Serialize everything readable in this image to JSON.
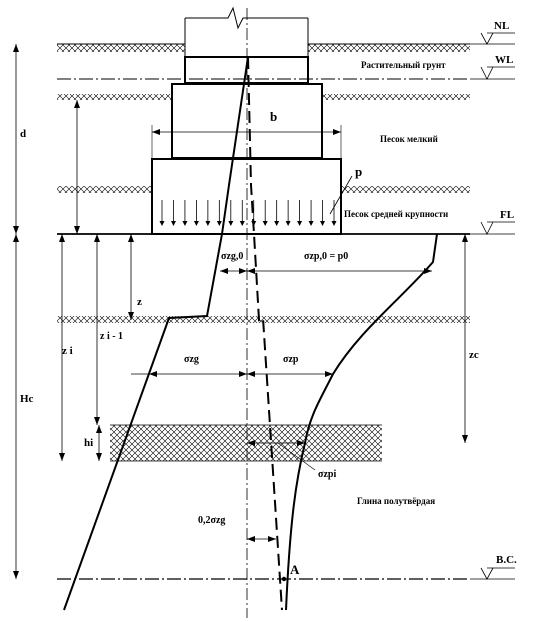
{
  "levels": {
    "nl": "NL",
    "wl": "WL",
    "fl": "FL",
    "bc": "B.C."
  },
  "soils": {
    "topsoil": "Растительный грунт",
    "fine_sand": "Песок мелкий",
    "medium_sand": "Песок средней крупности",
    "clay": "Глина полутвёрдая"
  },
  "dimensions": {
    "b": "b",
    "d": "d",
    "hc": "Hс",
    "z": "z",
    "zi": "z i",
    "zi1": "z i - 1",
    "hi": "hi",
    "zc": "zс"
  },
  "stresses": {
    "p": "p",
    "szg0": "σzg,0",
    "szp0_eq": "σzp,0 = p0",
    "szg": "σzg",
    "szp": "σzp",
    "szpi": "σzpi",
    "k02": "0,2σzg",
    "point_a": "A"
  },
  "colors": {
    "ink": "#000000",
    "paper": "#ffffff"
  }
}
